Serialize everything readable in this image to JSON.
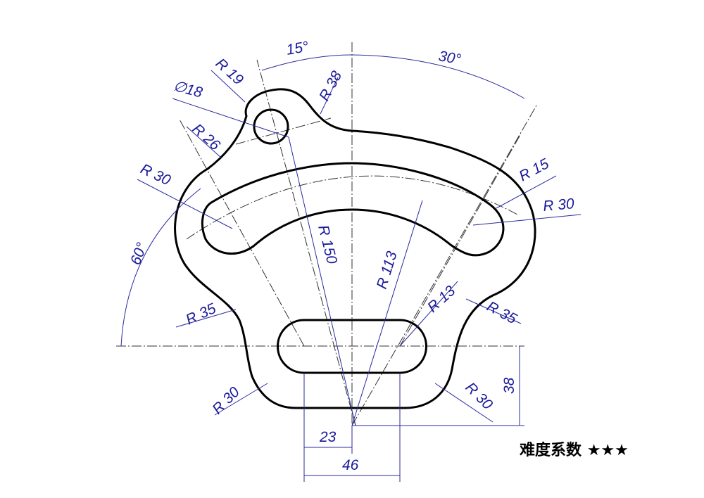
{
  "dimensions": {
    "angle_15": "15°",
    "angle_30": "30°",
    "angle_60": "60°",
    "r19": "R 19",
    "dia18": "∅18",
    "r38": "R 38",
    "r26": "R 26",
    "r30_left": "R 30",
    "r15": "R 15",
    "r30_right": "R 30",
    "r150": "R 150",
    "r113": "R 113",
    "r13": "R 13",
    "r35_left": "R 35",
    "r35_right": "R 35",
    "r30_bl": "R 30",
    "r30_br": "R 30",
    "h38": "38",
    "w23": "23",
    "w46": "46"
  },
  "caption": {
    "label": "难度系数",
    "stars": "★★★"
  }
}
